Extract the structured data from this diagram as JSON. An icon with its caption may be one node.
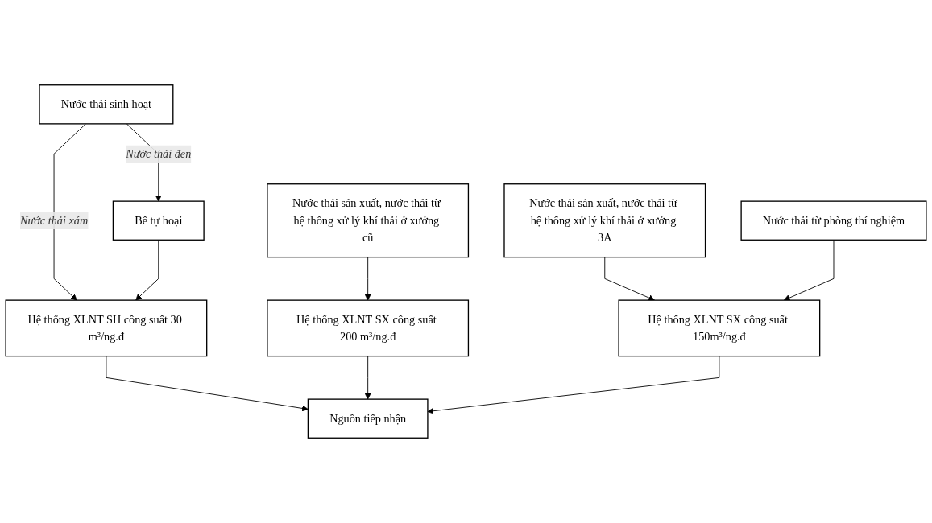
{
  "diagram": {
    "nodes": [
      {
        "text": [
          "Nước thải sinh hoạt"
        ]
      },
      {
        "text": [
          "Nước thải sản xuất, nước thải từ hệ thống xử lý khí thải ở xưởng cũ"
        ]
      },
      {
        "text": [
          "Nước thải sản xuất, nước thải từ hệ thống xử lý khí thải ở xưởng 3A"
        ]
      },
      {
        "text": [
          "Nước thải từ phòng thí nghiệm"
        ]
      },
      {
        "text": [
          "Bể tự hoại"
        ]
      },
      {
        "text": [
          "Hệ thống XLNT SH công suất 30 m³/ng.đ"
        ]
      },
      {
        "text": [
          "Hệ thống XLNT SX công suất 200 m³/ng.đ"
        ]
      },
      {
        "text": [
          "Hệ thống XLNT SX công suất 150m³/ng.đ"
        ]
      },
      {
        "text": [
          "Nguồn tiếp nhận"
        ]
      }
    ],
    "edges": [
      {
        "from": 0,
        "to": 4,
        "arrow": "to",
        "label": "Nước thải đen"
      },
      {
        "from": 0,
        "to": 5,
        "arrow": "to",
        "label": "Nước thải xám"
      },
      {
        "from": 4,
        "to": 5,
        "arrow": "to"
      },
      {
        "from": 1,
        "to": 6,
        "arrow": "to"
      },
      {
        "from": 2,
        "to": 7,
        "arrow": "to"
      },
      {
        "from": 3,
        "to": 7,
        "arrow": "to"
      },
      {
        "from": 5,
        "to": 8,
        "arrow": "to"
      },
      {
        "from": 6,
        "to": 8,
        "arrow": "to"
      },
      {
        "from": 7,
        "to": 8,
        "arrow": "to"
      }
    ]
  }
}
